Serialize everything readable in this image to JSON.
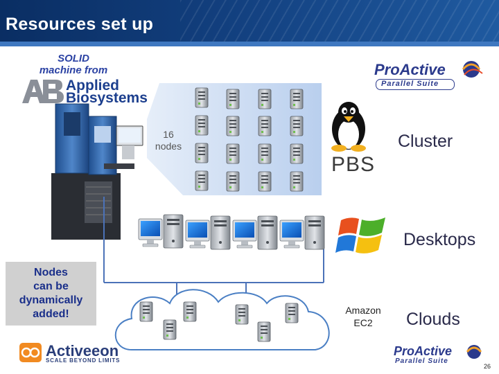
{
  "slide": {
    "title": "Resources set up",
    "page_number": "26"
  },
  "machine": {
    "label": "SOLID machine from",
    "label_line1": "SOLID",
    "label_line2": "machine from",
    "vendor_logo_text": "AB",
    "vendor_line1": "Applied",
    "vendor_line2": "Biosystems"
  },
  "cluster": {
    "nodes_line1": "16",
    "nodes_line2": "nodes",
    "label": "Cluster",
    "scheduler": "PBS"
  },
  "desktops": {
    "label": "Desktops"
  },
  "clouds": {
    "label": "Clouds",
    "provider_line1": "Amazon",
    "provider_line2": "EC2"
  },
  "callout": {
    "line1": "Nodes",
    "line2": "can be",
    "line3": "dynamically",
    "line4": "added!"
  },
  "proactive": {
    "main": "ProActive",
    "sub": "Parallel Suite"
  },
  "activeeon": {
    "name": "Activeeon",
    "tagline": "SCALE BEYOND LIMITS"
  },
  "colors": {
    "title_bar": "#123f7e",
    "label_blue": "#2a41a3",
    "callout_bg": "#d0d0d0",
    "nodes_panel": "#c6d9f1",
    "cloud_fill": "#ffffff",
    "cloud_stroke": "#4a7fc4",
    "activeeon_orange": "#f18a21"
  }
}
